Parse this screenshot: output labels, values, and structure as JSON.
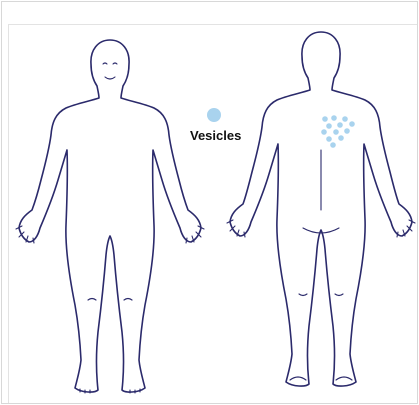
{
  "legend": {
    "label": "Vesicles",
    "marker_color": "#a9d3ee"
  },
  "figures": {
    "front": {
      "view": "front"
    },
    "back": {
      "view": "back",
      "lesions": {
        "type": "vesicles",
        "count": 12,
        "color": "#a9d3ee"
      }
    }
  },
  "colors": {
    "outline": "#2b2a6b",
    "background": "#ffffff"
  }
}
